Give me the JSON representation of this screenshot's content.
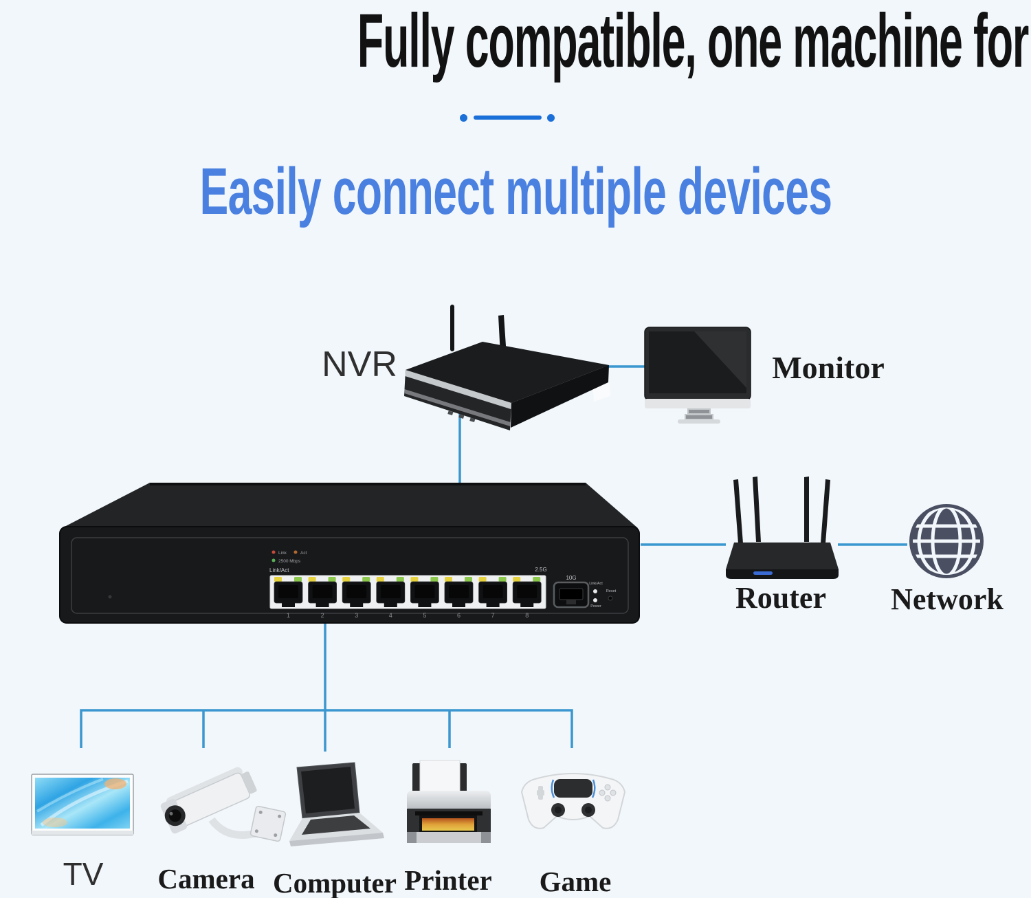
{
  "page": {
    "background": "#f2f7fb"
  },
  "headings": {
    "main": "Fully compatible, one machine for multiple uses",
    "sub": "Easily connect multiple devices"
  },
  "colors": {
    "heading_black": "#121212",
    "heading_blue": "#4a80e0",
    "divider_blue": "#1b6fd8",
    "connector_blue": "#3b97cf",
    "globe_slate": "#4a4f62"
  },
  "devices": {
    "nvr": {
      "label": "NVR"
    },
    "monitor": {
      "label": "Monitor"
    },
    "router": {
      "label": "Router"
    },
    "network": {
      "label": "Network"
    },
    "tv": {
      "label": "TV"
    },
    "camera": {
      "label": "Camera"
    },
    "computer": {
      "label": "Computer"
    },
    "printer": {
      "label": "Printer"
    },
    "game": {
      "label": "Game"
    }
  },
  "switch_panel": {
    "led_legend": {
      "link": "Link",
      "act": "Act",
      "speed": "2500 Mbps"
    },
    "ports_label": "Link/Act",
    "port_numbers": [
      "1",
      "2",
      "3",
      "4",
      "5",
      "6",
      "7",
      "8"
    ],
    "uplink_label": "2.5G",
    "sfp_label": "10G",
    "status": {
      "link_act": "Link/Act",
      "reset": "Reset",
      "power": "Power"
    }
  }
}
